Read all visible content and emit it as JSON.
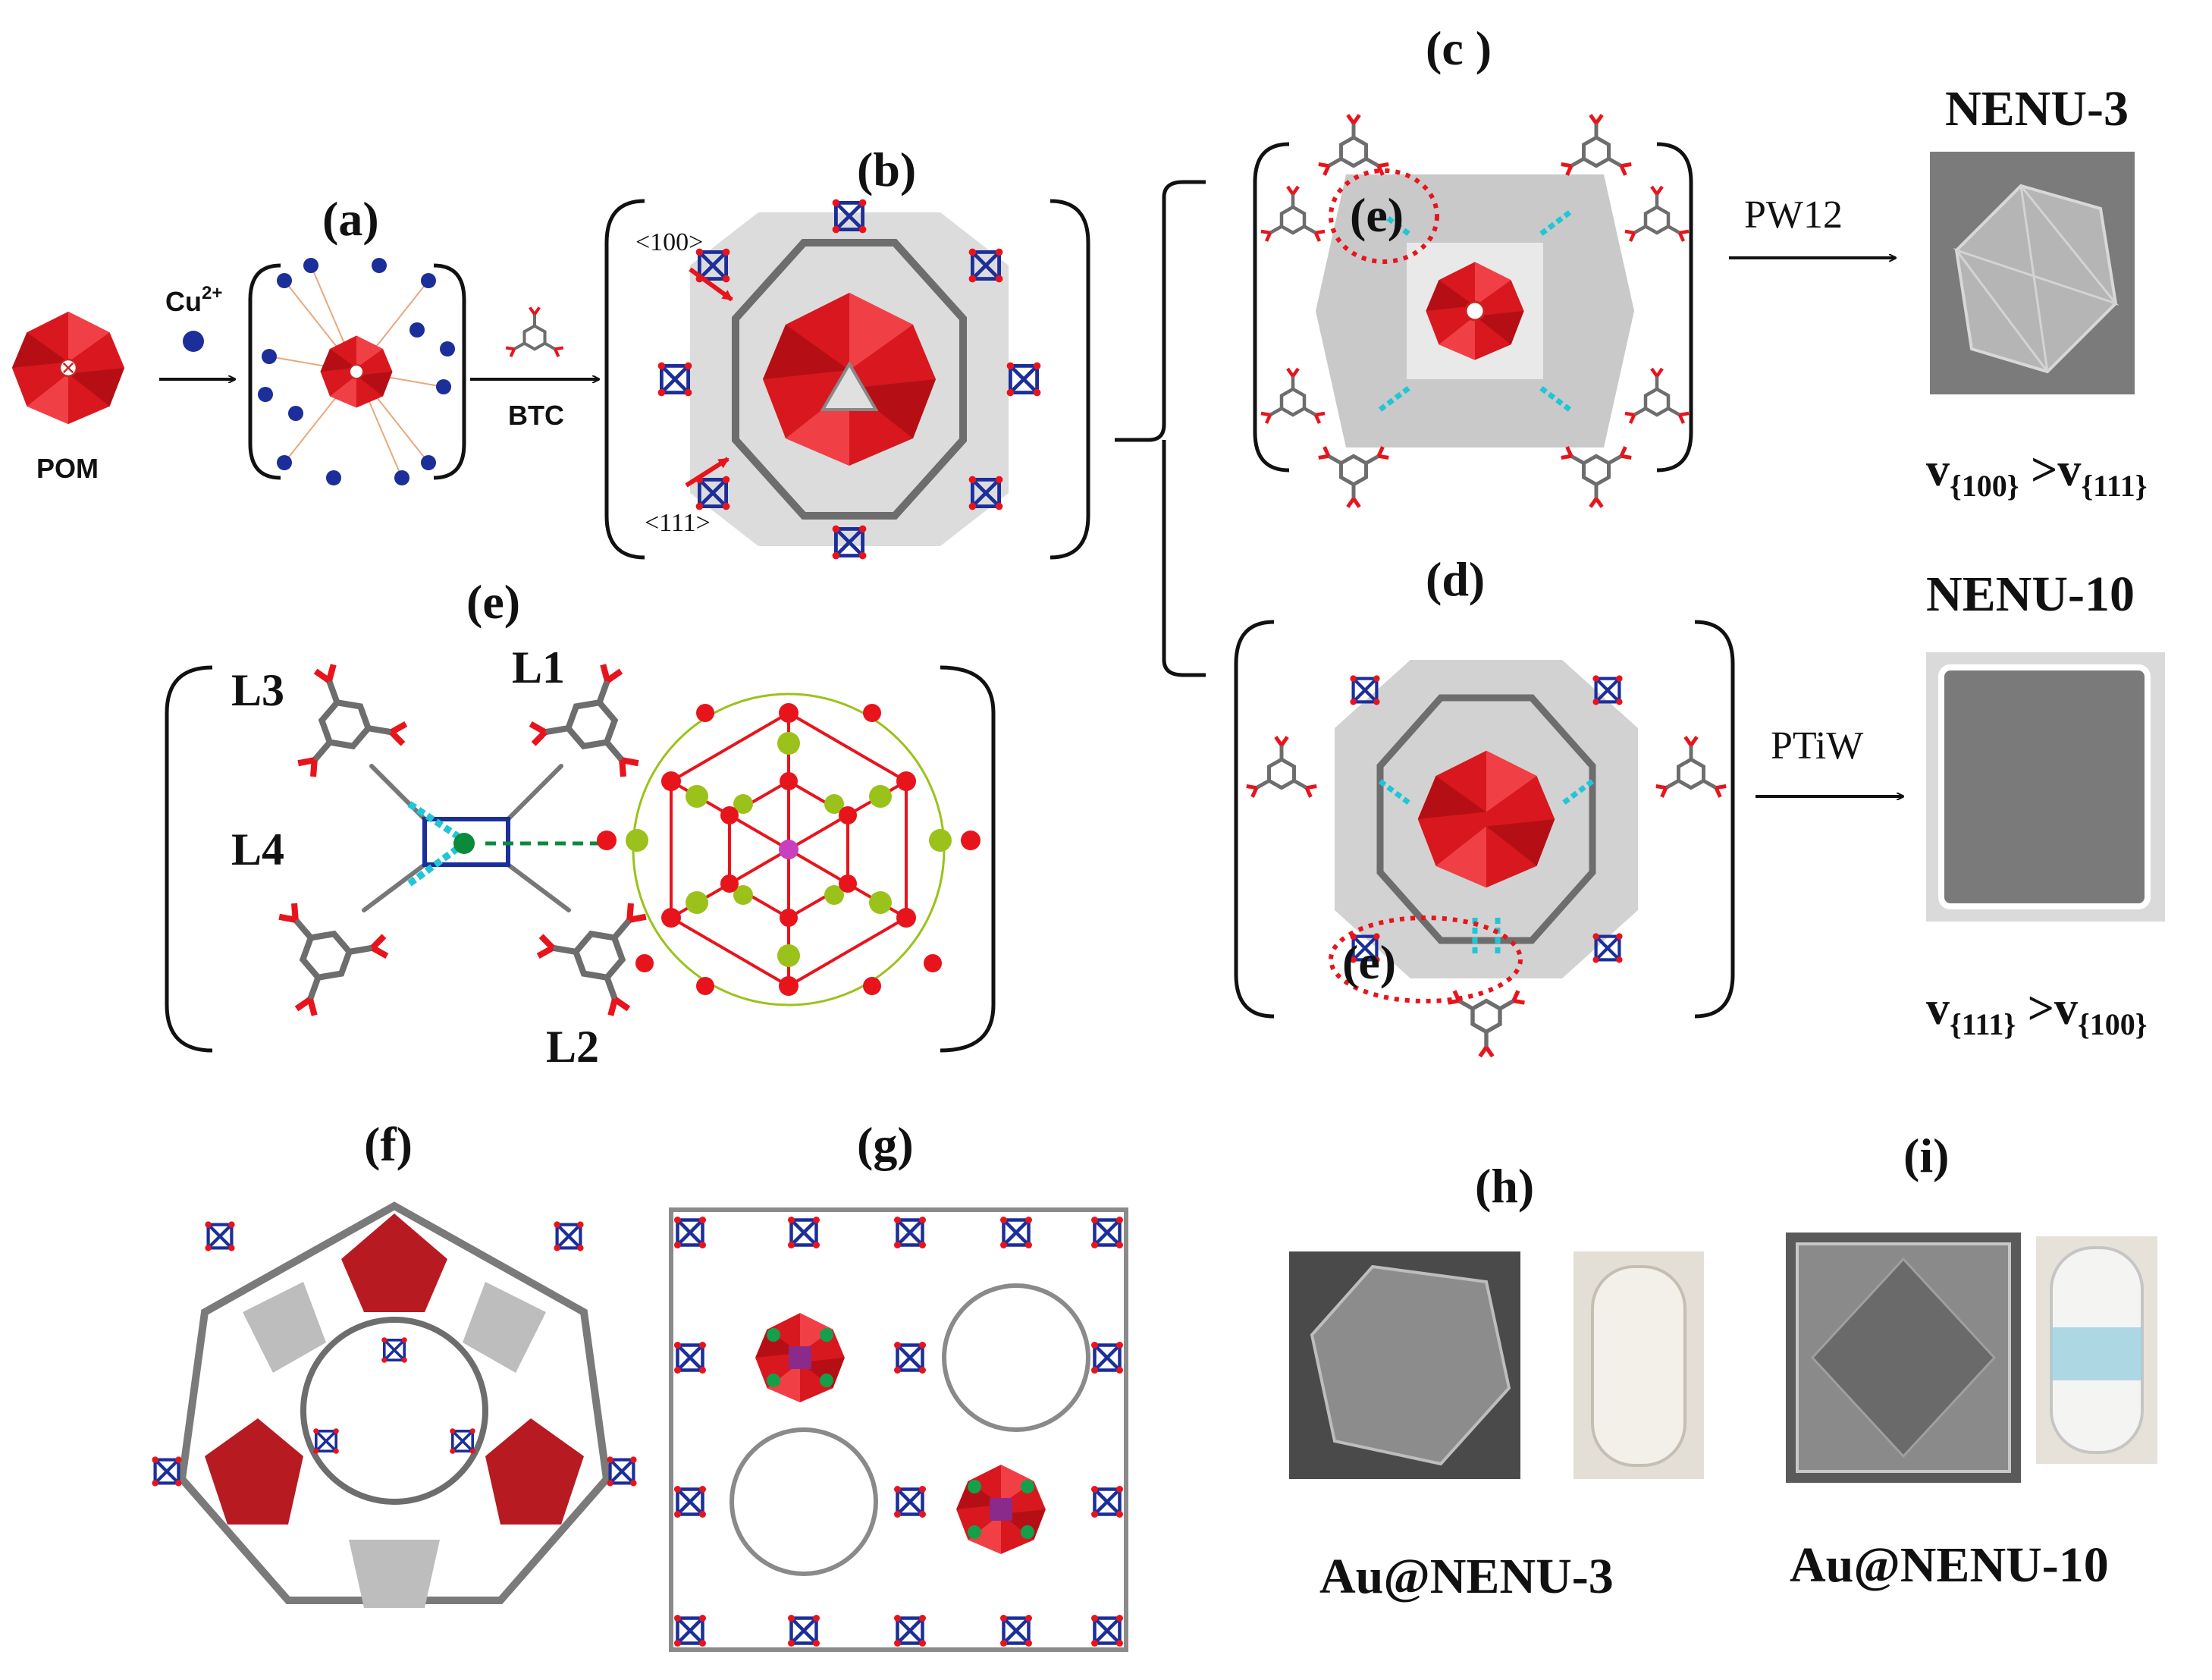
{
  "panels": {
    "a": "(a)",
    "b": "(b)",
    "c": "(c )",
    "d": "(d)",
    "e": "(e)",
    "f": "(f)",
    "g": "(g)",
    "h": "(h)",
    "i": "(i)"
  },
  "labels": {
    "pom": "POM",
    "cu": "Cu",
    "cu_sup": "2+",
    "btc": "BTC",
    "dir_100": "<100>",
    "dir_111": "<111>",
    "e_mark": "(e)"
  },
  "ligands": [
    "L1",
    "L2",
    "L3",
    "L4"
  ],
  "routes": {
    "top": {
      "reagent": "PW12",
      "product": "NENU-3",
      "rate": {
        "a": "v",
        "a_sub": "{100}",
        "op": " >",
        "b": "v",
        "b_sub": "{111}"
      }
    },
    "bottom": {
      "reagent": "PTiW",
      "product": "NENU-10",
      "rate": {
        "a": "v",
        "a_sub": "{111}",
        "op": " >",
        "b": "v",
        "b_sub": "{100}"
      }
    }
  },
  "captions": {
    "h": "Au@NENU-3",
    "i": "Au@NENU-10"
  },
  "colors": {
    "pom_red": "#e8141c",
    "btc_gray": "#6d6d6d",
    "cu_blue": "#1b2e9a",
    "hbond_cyan": "#20c6d6",
    "w_green": "#9bc21a"
  }
}
